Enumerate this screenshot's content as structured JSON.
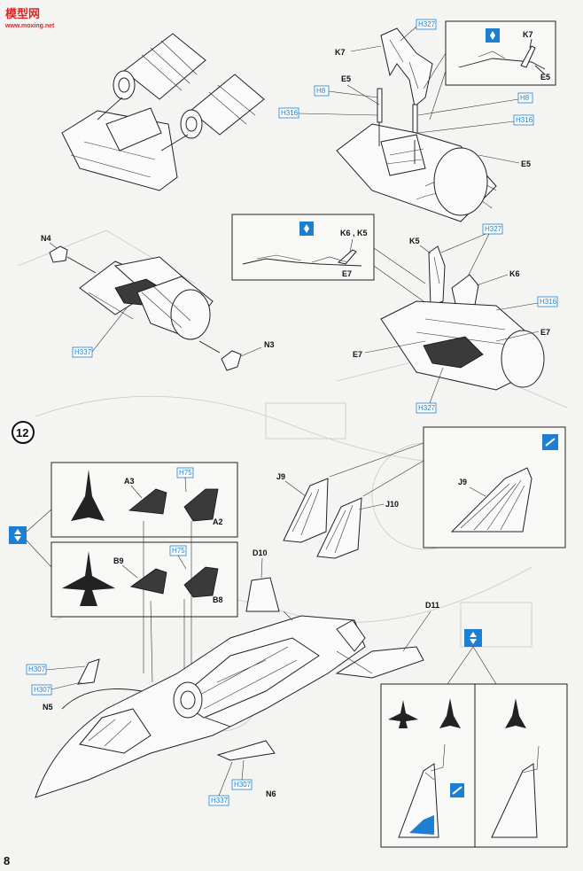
{
  "watermark": {
    "line1": "模型网",
    "line2": "www.moxing.net"
  },
  "page_number": "8",
  "step": {
    "number": "12"
  },
  "part_labels": {
    "K7": "K7",
    "E5": "E5",
    "N4": "N4",
    "N3": "N3",
    "K6_K5": "K6 , K5",
    "K5": "K5",
    "K6": "K6",
    "E7": "E7",
    "A3": "A3",
    "A2": "A2",
    "B9": "B9",
    "B8": "B8",
    "J9": "J9",
    "J10": "J10",
    "D10": "D10",
    "D11": "D11",
    "N5": "N5",
    "N6": "N6"
  },
  "paint_refs": {
    "H327": "H327",
    "H8": "H8",
    "H316": "H316",
    "H75": "H75",
    "H337": "H337",
    "H307": "H307"
  },
  "colors": {
    "accent_blue": "#1d7fd1",
    "watermark_red": "#e02424",
    "part_dark": "#3a3a3a"
  },
  "icons": [
    "option-icon",
    "decal-icon",
    "aircraft-silhouette-icon"
  ]
}
